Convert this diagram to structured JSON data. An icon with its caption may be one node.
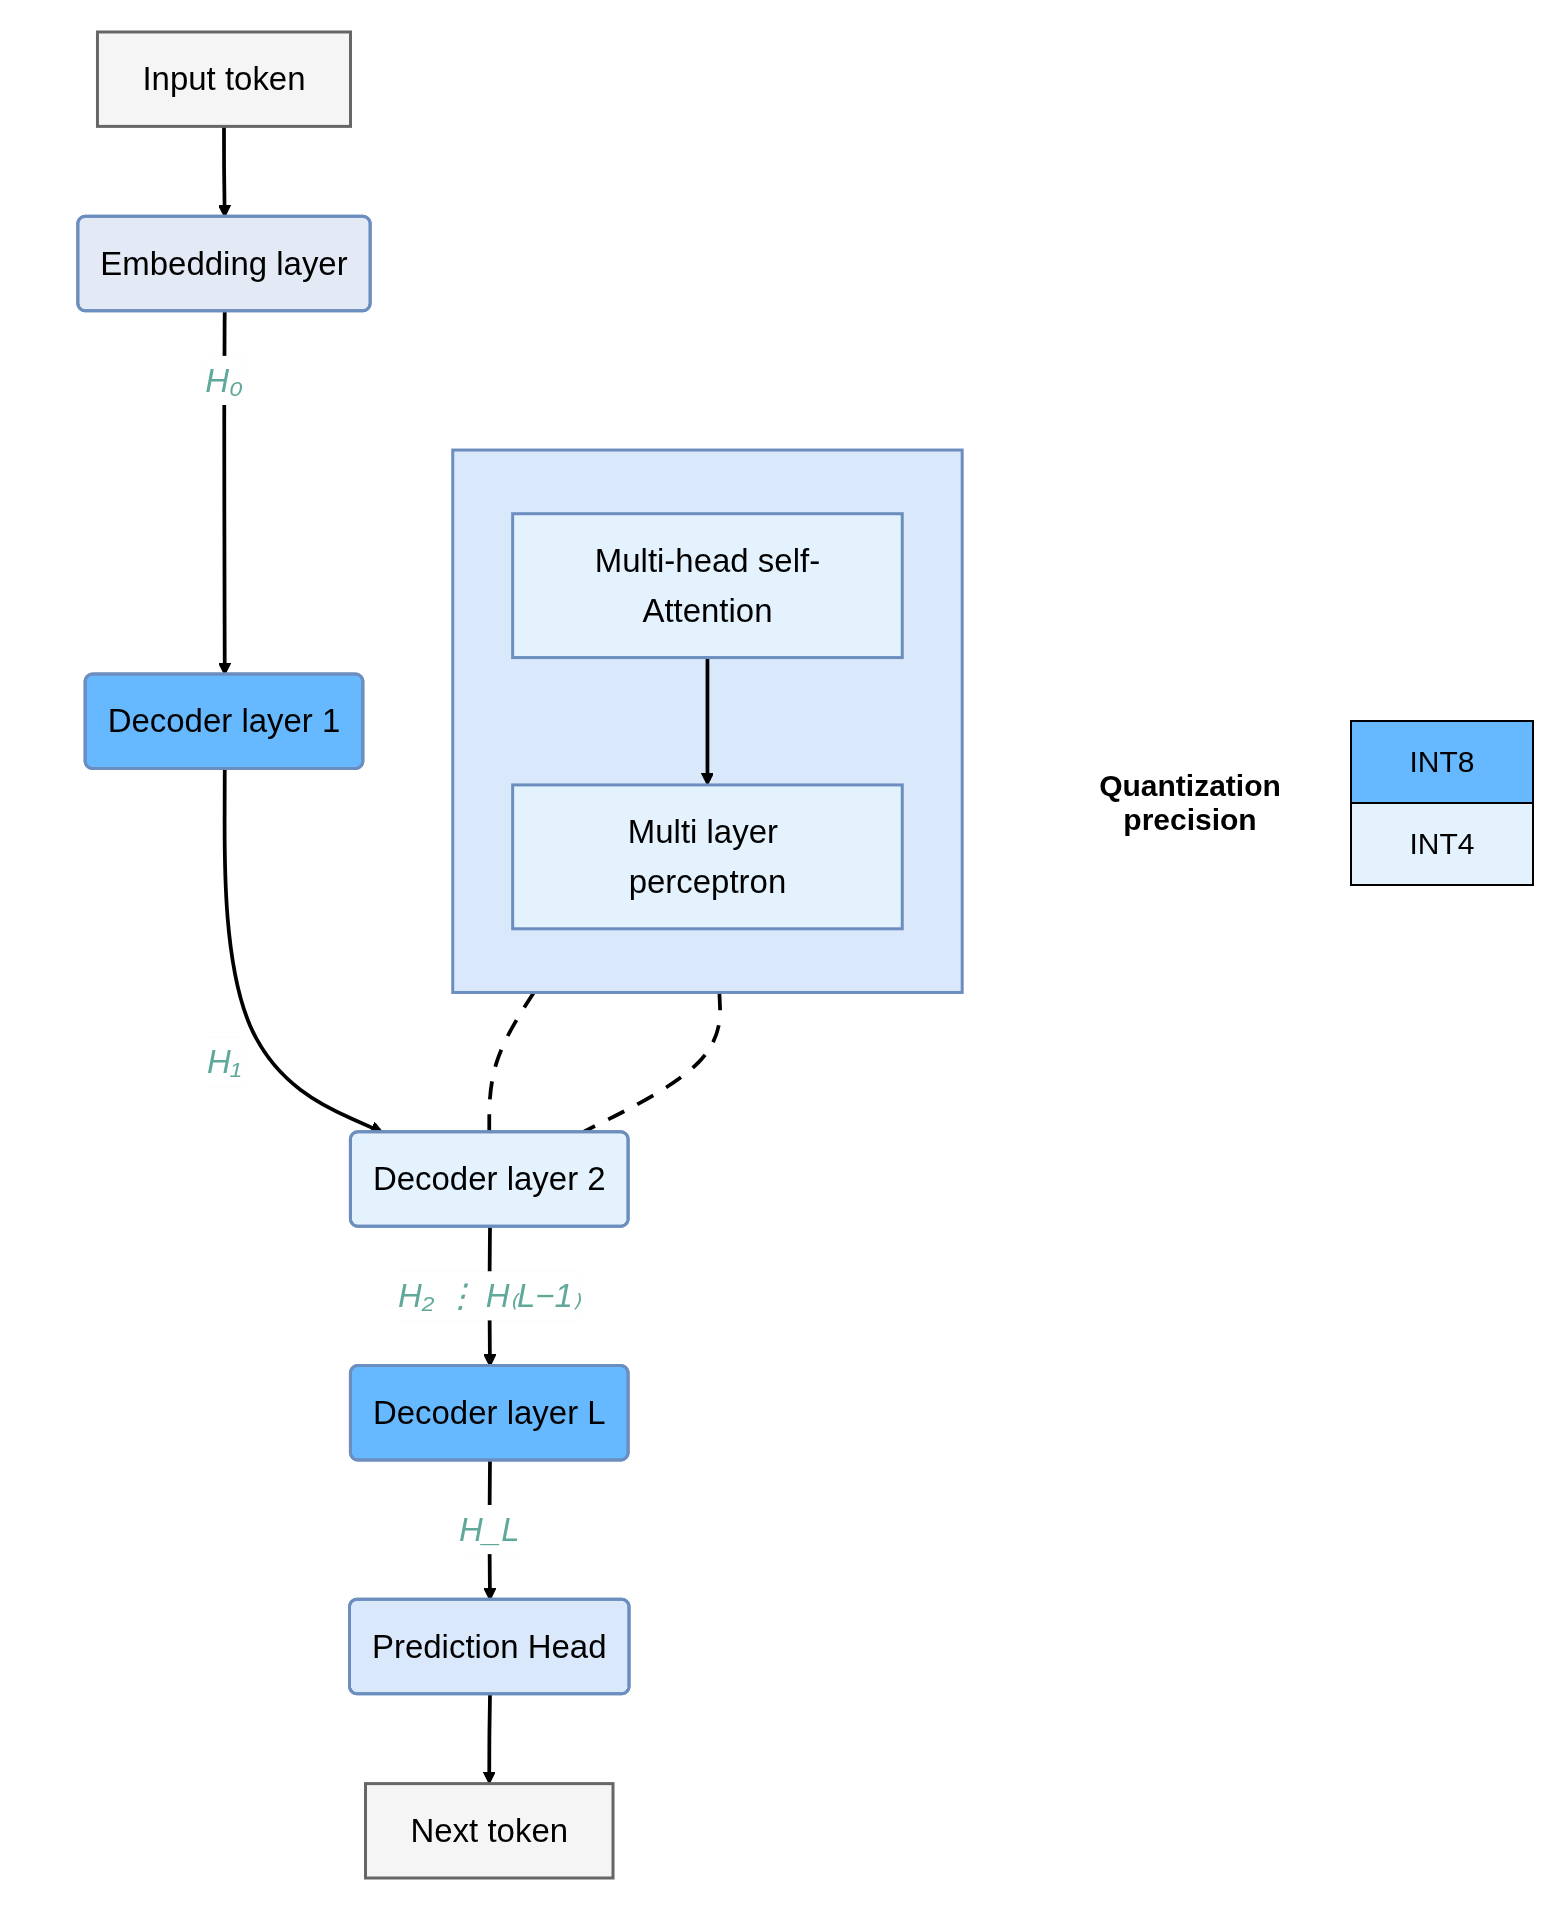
{
  "diagram": {
    "nodes": [
      {
        "text": [
          "Input token"
        ]
      },
      {
        "text": [
          "Embedding layer"
        ]
      },
      {
        "text": [
          "Decoder layer 1"
        ]
      },
      {
        "text": [
          "Decoder layer 2"
        ]
      },
      {
        "text": [
          "Decoder layer L"
        ]
      },
      {
        "text": [
          "Prediction Head"
        ]
      },
      {
        "text": [
          "Next token"
        ]
      },
      {
        "text": [],
        "shape": "box"
      },
      {
        "text": [
          "Multi-head self-Attention"
        ],
        "in": 7
      },
      {
        "text": [
          "Multi layer perceptron"
        ],
        "in": 7
      }
    ],
    "edges": [
      {
        "from": 0,
        "to": 1,
        "arrow": "to"
      },
      {
        "from": 1,
        "to": 2,
        "arrow": "to",
        "label": "H₀"
      },
      {
        "from": 2,
        "to": 3,
        "arrow": "to",
        "label": "H₁"
      },
      {
        "from": 3,
        "to": 4,
        "arrow": "to",
        "label": "H₂ ⋮ H₍L−1₎"
      },
      {
        "from": 4,
        "to": 5,
        "arrow": "to",
        "label": "H_L"
      },
      {
        "from": 5,
        "to": 6,
        "arrow": "to"
      },
      {
        "from": 8,
        "to": 9,
        "arrow": "to"
      },
      {
        "from": 7,
        "to": 3,
        "arrow": "none",
        "style": "dashed"
      },
      {
        "from": 7,
        "to": 3,
        "arrow": "none",
        "style": "dashed"
      }
    ],
    "labels": [
      "Quantization precision"
    ],
    "legend": [
      {
        "text": "INT8",
        "color": "#66b8ff"
      },
      {
        "text": "INT4",
        "color": "#e3f2fd"
      }
    ]
  }
}
